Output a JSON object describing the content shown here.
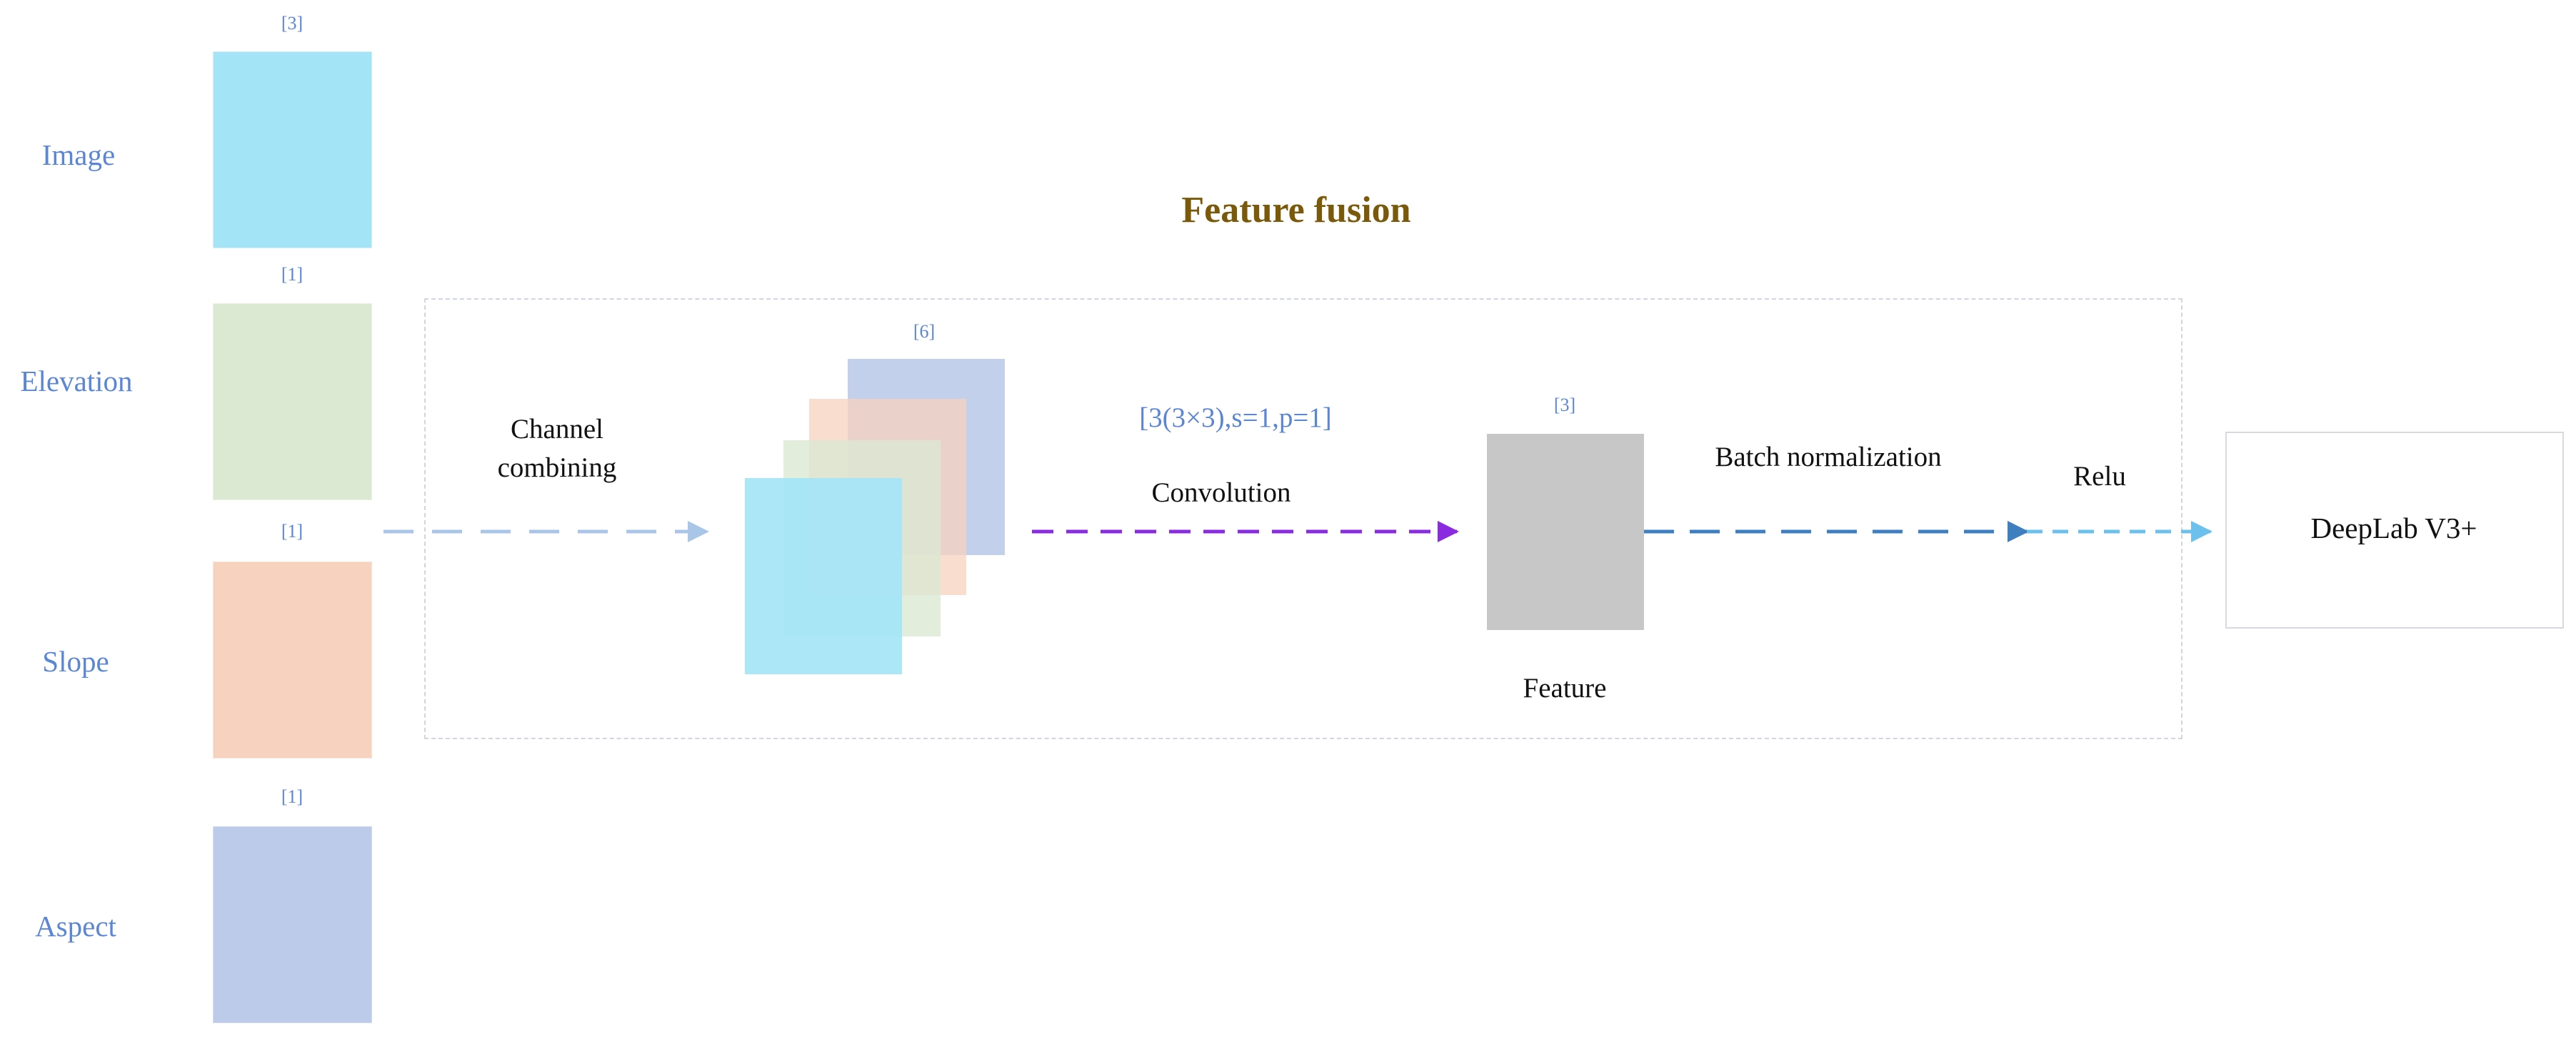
{
  "inputs": [
    {
      "label": "Image",
      "channels": "[3]",
      "color": "#a3e4f7"
    },
    {
      "label": "Elevation",
      "channels": "[1]",
      "color": "#dbe9d3"
    },
    {
      "label": "Slope",
      "channels": "[1]",
      "color": "#f7d2be"
    },
    {
      "label": "Aspect",
      "channels": "[1]",
      "color": "#bccbea"
    }
  ],
  "title": "Feature fusion",
  "title_color": "#7a5a0a",
  "channel_combining": [
    "Channel",
    "combining"
  ],
  "stack_channels": "[6]",
  "conv_params": "[3(3×3),s=1,p=1]",
  "convolution": "Convolution",
  "feature_channels": "[3]",
  "feature_label": "Feature",
  "batch_norm": "Batch normalization",
  "relu": "Relu",
  "output": "DeepLab V3+",
  "colors": {
    "label_blue": "#5b86d6",
    "feature_gray": "#c7c7c7",
    "arrow_light": "#a9c6e8",
    "arrow_conv": "#8a2be2",
    "arrow_bn": "#3d7fbf",
    "arrow_relu": "#6cc0ec",
    "dashed_frame": "#d0d5df"
  }
}
